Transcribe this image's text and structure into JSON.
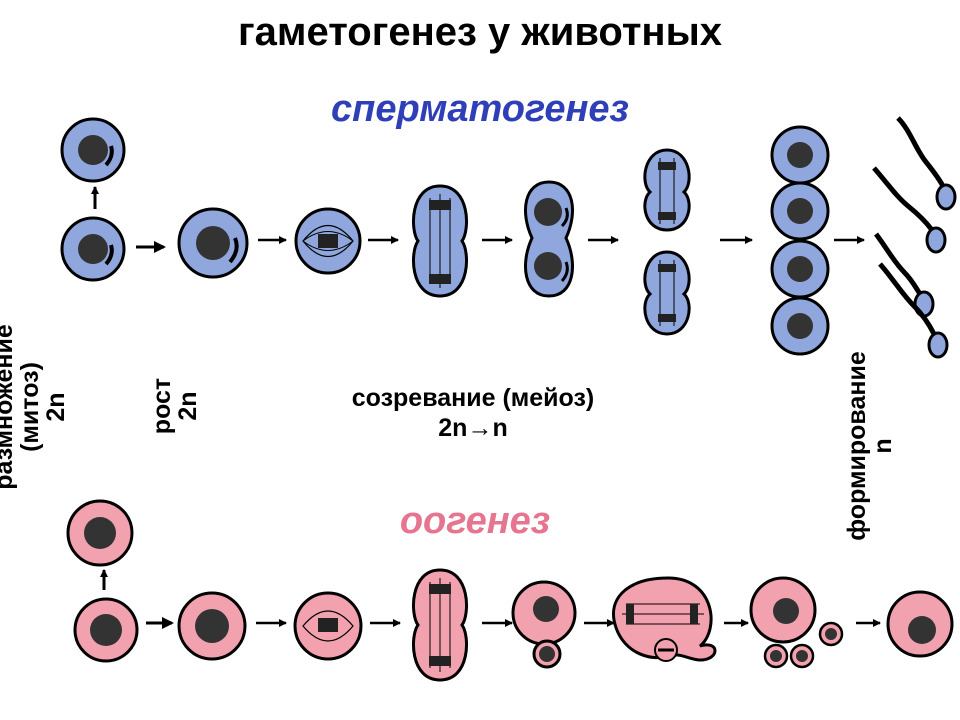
{
  "title": "гаметогенез у животных",
  "spermatogenesis": {
    "label": "сперматогенез",
    "fill": "#8fa7dd"
  },
  "oogenesis": {
    "label": "оогенез",
    "fill": "#f2a2ae"
  },
  "stages": {
    "multiplication": {
      "label": "размножение (митоз)",
      "ploidy": "2n"
    },
    "growth": {
      "label": "рост",
      "ploidy": "2n"
    },
    "maturation": {
      "label": "созревание (мейоз)",
      "ploidy": "2n→n"
    },
    "formation": {
      "label": "формирование",
      "ploidy": "n"
    }
  }
}
